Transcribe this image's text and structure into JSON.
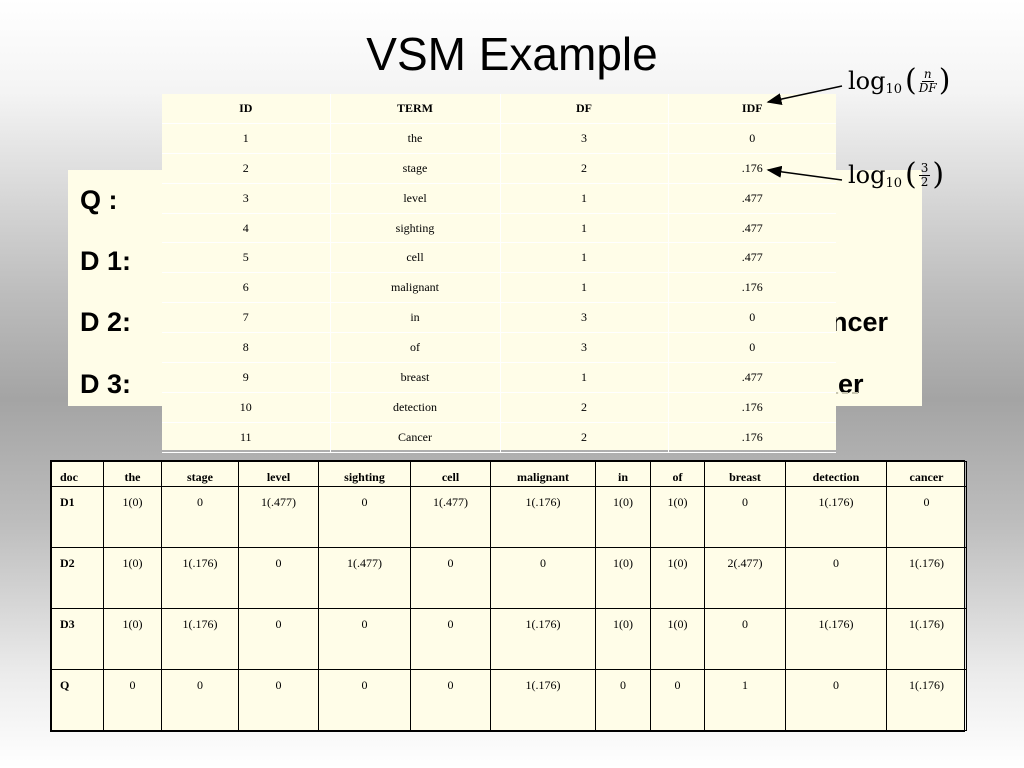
{
  "title": "VSM Example",
  "documents": {
    "lines": [
      {
        "label": "Q  :",
        "tail": ""
      },
      {
        "label": "D 1:",
        "tail": ""
      },
      {
        "label": "D 2:",
        "tail": "ncer"
      },
      {
        "label": "D 3:",
        "tail": "er"
      }
    ]
  },
  "term_table": {
    "headers": [
      "ID",
      "TERM",
      "DF",
      "IDF"
    ],
    "rows": [
      [
        "1",
        "the",
        "3",
        "0"
      ],
      [
        "2",
        "stage",
        "2",
        ".176"
      ],
      [
        "3",
        "level",
        "1",
        ".477"
      ],
      [
        "4",
        "sighting",
        "1",
        ".477"
      ],
      [
        "5",
        "cell",
        "1",
        ".477"
      ],
      [
        "6",
        "malignant",
        "1",
        ".176"
      ],
      [
        "7",
        "in",
        "3",
        "0"
      ],
      [
        "8",
        "of",
        "3",
        "0"
      ],
      [
        "9",
        "breast",
        "1",
        ".477"
      ],
      [
        "10",
        "detection",
        "2",
        ".176"
      ],
      [
        "11",
        "Cancer",
        "2",
        ".176"
      ]
    ]
  },
  "formulas": {
    "general": {
      "log": "log",
      "base": "10",
      "num": "n",
      "den": "DF"
    },
    "example": {
      "log": "log",
      "base": "10",
      "num": "3",
      "den": "2"
    }
  },
  "matrix": {
    "headers": [
      "doc",
      "the",
      "stage",
      "level",
      "sighting",
      "cell",
      "malignant",
      "in",
      "of",
      "breast",
      "detection",
      "cancer"
    ],
    "rows": [
      [
        "D1",
        "1(0)",
        "0",
        "1(.477)",
        "0",
        "1(.477)",
        "1(.176)",
        "1(0)",
        "1(0)",
        "0",
        "1(.176)",
        "0"
      ],
      [
        "D2",
        "1(0)",
        "1(.176)",
        "0",
        "1(.477)",
        "0",
        "0",
        "1(0)",
        "1(0)",
        "2(.477)",
        "0",
        "1(.176)"
      ],
      [
        "D3",
        "1(0)",
        "1(.176)",
        "0",
        "0",
        "0",
        "1(.176)",
        "1(0)",
        "1(0)",
        "0",
        "1(.176)",
        "1(.176)"
      ],
      [
        "Q",
        "0",
        "0",
        "0",
        "0",
        "0",
        "1(.176)",
        "0",
        "0",
        "1",
        "0",
        "1(.176)"
      ]
    ]
  }
}
